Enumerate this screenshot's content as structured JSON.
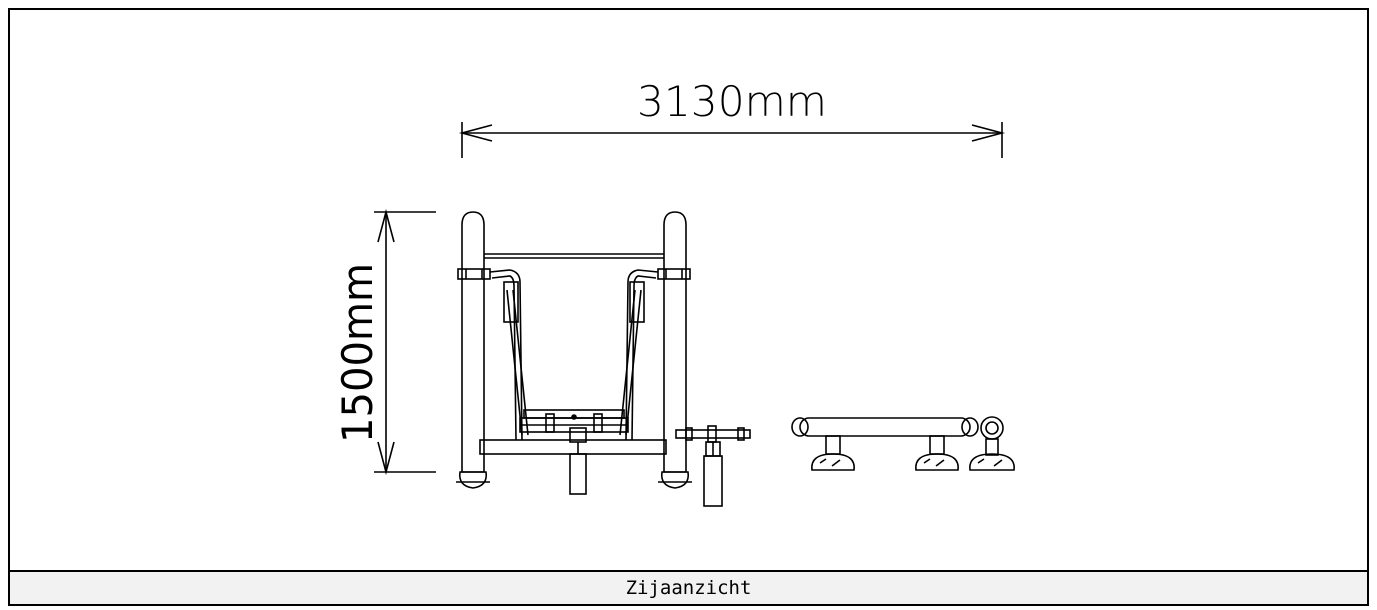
{
  "drawing": {
    "width_dimension": "3130mm",
    "height_dimension": "1500mm",
    "line_color": "#000000"
  },
  "caption": "Zijaanzicht"
}
